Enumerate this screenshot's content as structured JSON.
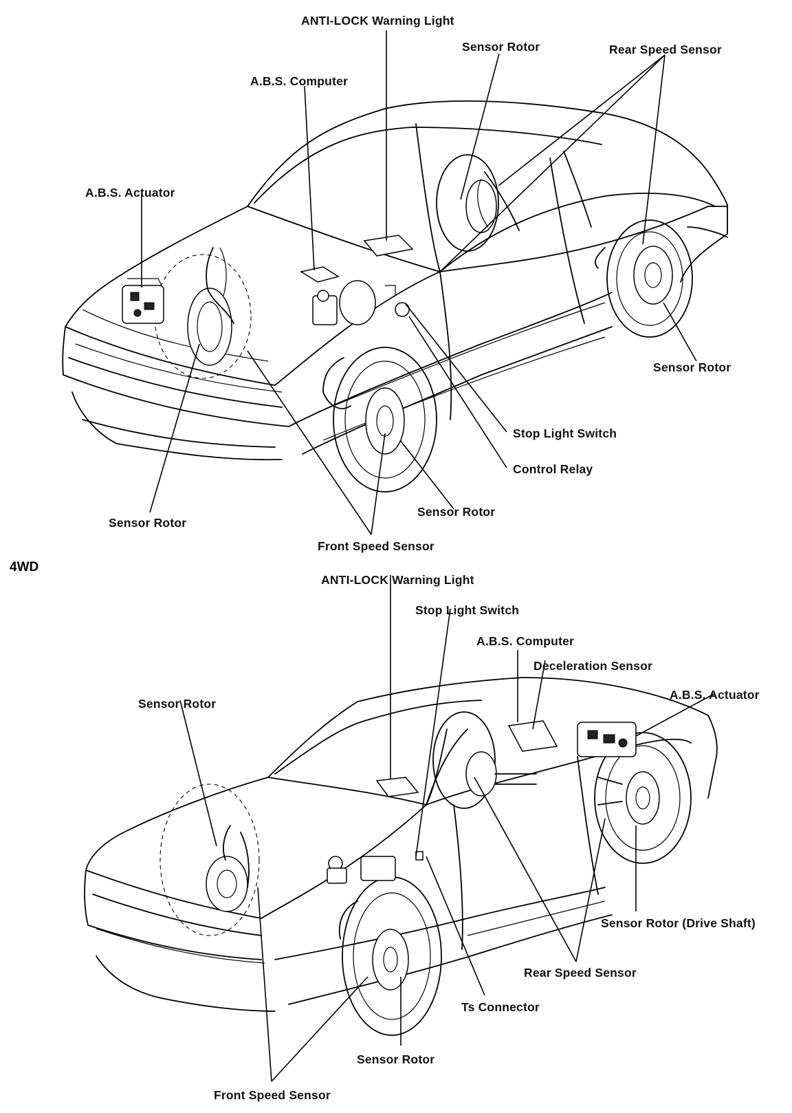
{
  "diagram": {
    "section_4wd": "4WD",
    "top_labels": {
      "anti_lock_light": "ANTI-LOCK Warning Light",
      "sensor_rotor_rear": "Sensor Rotor",
      "rear_speed_sensor": "Rear Speed Sensor",
      "abs_computer": "A.B.S. Computer",
      "abs_actuator": "A.B.S. Actuator",
      "sensor_rotor_right": "Sensor Rotor",
      "stop_light_switch": "Stop Light Switch",
      "control_relay": "Control Relay",
      "sensor_rotor_front_right": "Sensor Rotor",
      "sensor_rotor_front_left": "Sensor Rotor",
      "front_speed_sensor": "Front Speed Sensor"
    },
    "bottom_labels": {
      "anti_lock_light": "ANTI-LOCK Warning Light",
      "stop_light_switch": "Stop Light Switch",
      "abs_computer": "A.B.S. Computer",
      "deceleration_sensor": "Deceleration Sensor",
      "abs_actuator": "A.B.S. Actuator",
      "sensor_rotor_left": "Sensor Rotor",
      "sensor_rotor_drive_shaft": "Sensor Rotor (Drive Shaft)",
      "rear_speed_sensor": "Rear Speed Sensor",
      "ts_connector": "Ts Connector",
      "sensor_rotor_bottom": "Sensor Rotor",
      "front_speed_sensor": "Front Speed Sensor"
    }
  }
}
